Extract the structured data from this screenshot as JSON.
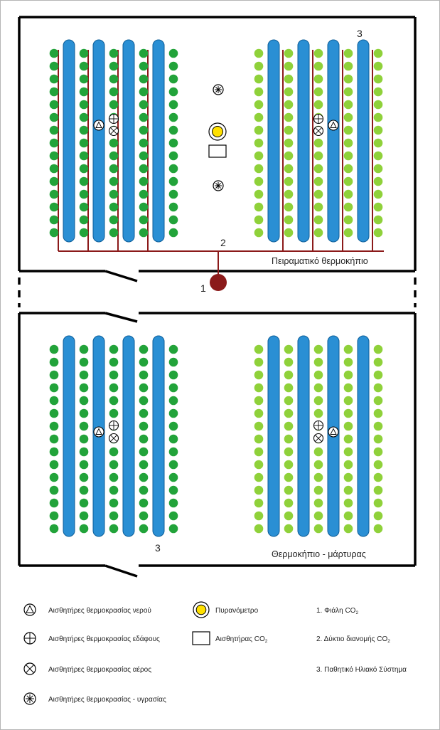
{
  "colors": {
    "pipe": "#8b1a1a",
    "tube": "#2a8fd4",
    "tube_edge": "#0d5e99",
    "plant_dark": "#22a33a",
    "plant_light": "#8fd13a",
    "pyranometer": "#ffe000",
    "frame": "#000000"
  },
  "greenhouses": {
    "experimental_label": "Πειραματικό θερμοκήπιο",
    "control_label": "Θερμοκήπιο - μάρτυρας"
  },
  "diagram_numbers": {
    "co2_tank": "1",
    "co2_network": "2",
    "solar_top": "3",
    "solar_bottom": "3"
  },
  "legend": {
    "water_temp": "Αισθητήρες θερμοκρασίας νερού",
    "soil_temp": "Αισθητήρες θερμοκρασίας εδάφους",
    "air_temp": "Αισθητήρες θερμοκρασίας αέρος",
    "temp_humidity": "Αισθητήρες θερμοκρασίας - υγρασίας",
    "pyranometer": "Πυρανόμετρο",
    "co2_sensor": "Αισθητήρας CO",
    "co2_sensor_sub": "2",
    "item1": "1. Φιάλη CO",
    "item1_sub": "2",
    "item2": "2. Δύκτιο διανομής CO",
    "item2_sub": "2",
    "item3": "3. Παθητικό Ηλιακό Σύστημα"
  }
}
